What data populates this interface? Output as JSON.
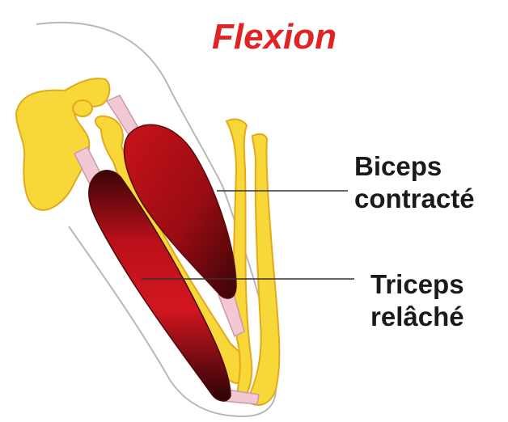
{
  "title": "Flexion",
  "labels": {
    "biceps": [
      "Biceps",
      "contracté"
    ],
    "triceps": [
      "Triceps",
      "relâché"
    ]
  },
  "colors": {
    "title": "#e02323",
    "bone": "#f7d838",
    "bone_outline": "#e2a91c",
    "muscle_light": "#d0141c",
    "muscle_dark": "#3a0508",
    "tendon": "#f2c9d3",
    "skin_outline": "#b8b8b8",
    "leader_line": "#333333"
  }
}
